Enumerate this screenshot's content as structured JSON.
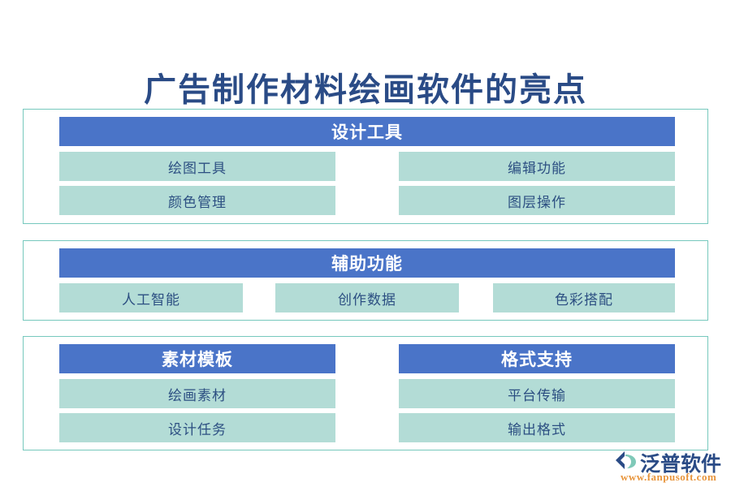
{
  "page": {
    "title": "广告制作材料绘画软件的亮点",
    "background": "#ffffff"
  },
  "colors": {
    "header_blue": "#4a74c8",
    "item_teal": "#b3dcd6",
    "card_border": "#76c8bd",
    "title_text": "#2a4b86",
    "item_text": "#2c4f82",
    "logo_orange": "#e8953c"
  },
  "cards": [
    {
      "id": "card-0",
      "layout": "single-header-two-columns",
      "header": "设计工具",
      "items": [
        "绘图工具",
        "编辑功能",
        "颜色管理",
        "图层操作"
      ]
    },
    {
      "id": "card-1",
      "layout": "single-header-three-columns",
      "header": "辅助功能",
      "items": [
        "人工智能",
        "创作数据",
        "色彩搭配"
      ]
    },
    {
      "id": "card-2",
      "layout": "two-headers-two-columns",
      "header_left": "素材模板",
      "header_right": "格式支持",
      "items_left": [
        "绘画素材",
        "设计任务"
      ],
      "items_right": [
        "平台传输",
        "输出格式"
      ]
    }
  ],
  "logo": {
    "name": "泛普软件",
    "url": "www.fanpusoft.com",
    "mark": "fanpu-logo-mark"
  }
}
